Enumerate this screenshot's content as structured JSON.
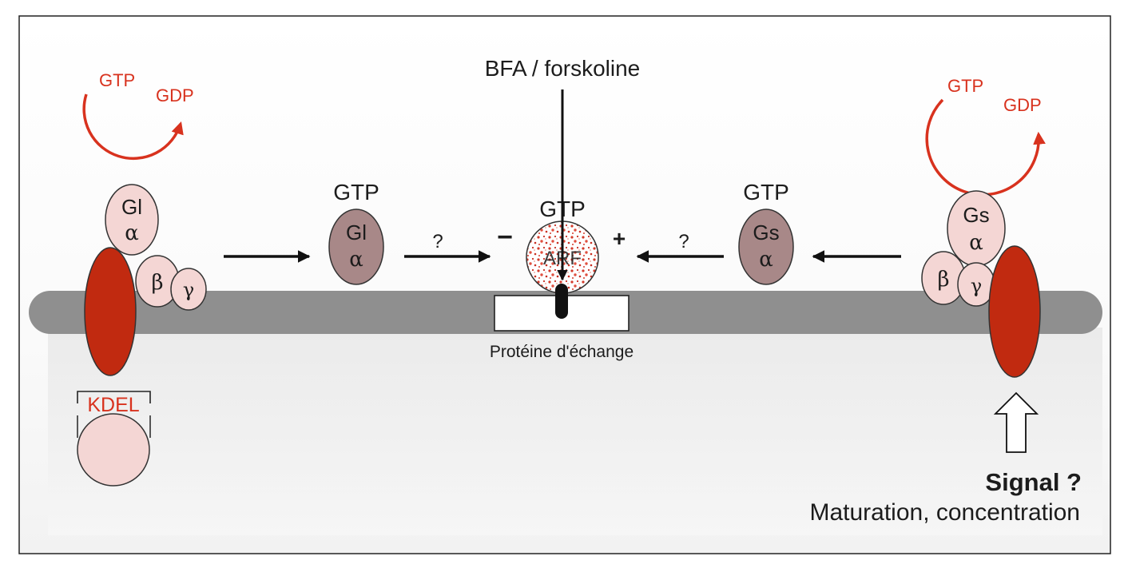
{
  "center": {
    "drug_label": "BFA / forskoline",
    "gtp_label": "GTP",
    "arf_label": "ARF",
    "exchange_protein_label": "Protéine d'échange",
    "minus_sign": "−",
    "plus_sign": "+"
  },
  "left_receptor": {
    "gtp_label": "GTP",
    "gdp_label": "GDP",
    "alpha_subunit_name": "Gl",
    "alpha_symbol": "α",
    "beta_symbol": "β",
    "gamma_symbol": "γ",
    "kdel_label": "KDEL"
  },
  "left_free_alpha": {
    "gtp_label": "GTP",
    "name": "Gl",
    "alpha_symbol": "α",
    "question_mark": "?"
  },
  "right_free_alpha": {
    "gtp_label": "GTP",
    "name": "Gs",
    "alpha_symbol": "α",
    "question_mark": "?"
  },
  "right_receptor": {
    "gtp_label": "GTP",
    "gdp_label": "GDP",
    "alpha_subunit_name": "Gs",
    "alpha_symbol": "α",
    "beta_symbol": "β",
    "gamma_symbol": "γ"
  },
  "signal": {
    "title": "Signal ?",
    "subtitle": "Maturation, concentration"
  },
  "colors": {
    "membrane": "#8f8f8f",
    "receptor": "#c12a10",
    "subunit_light": "#f4d6d4",
    "subunit_dark": "#a88888",
    "cycle_arrow": "#d8321e"
  }
}
